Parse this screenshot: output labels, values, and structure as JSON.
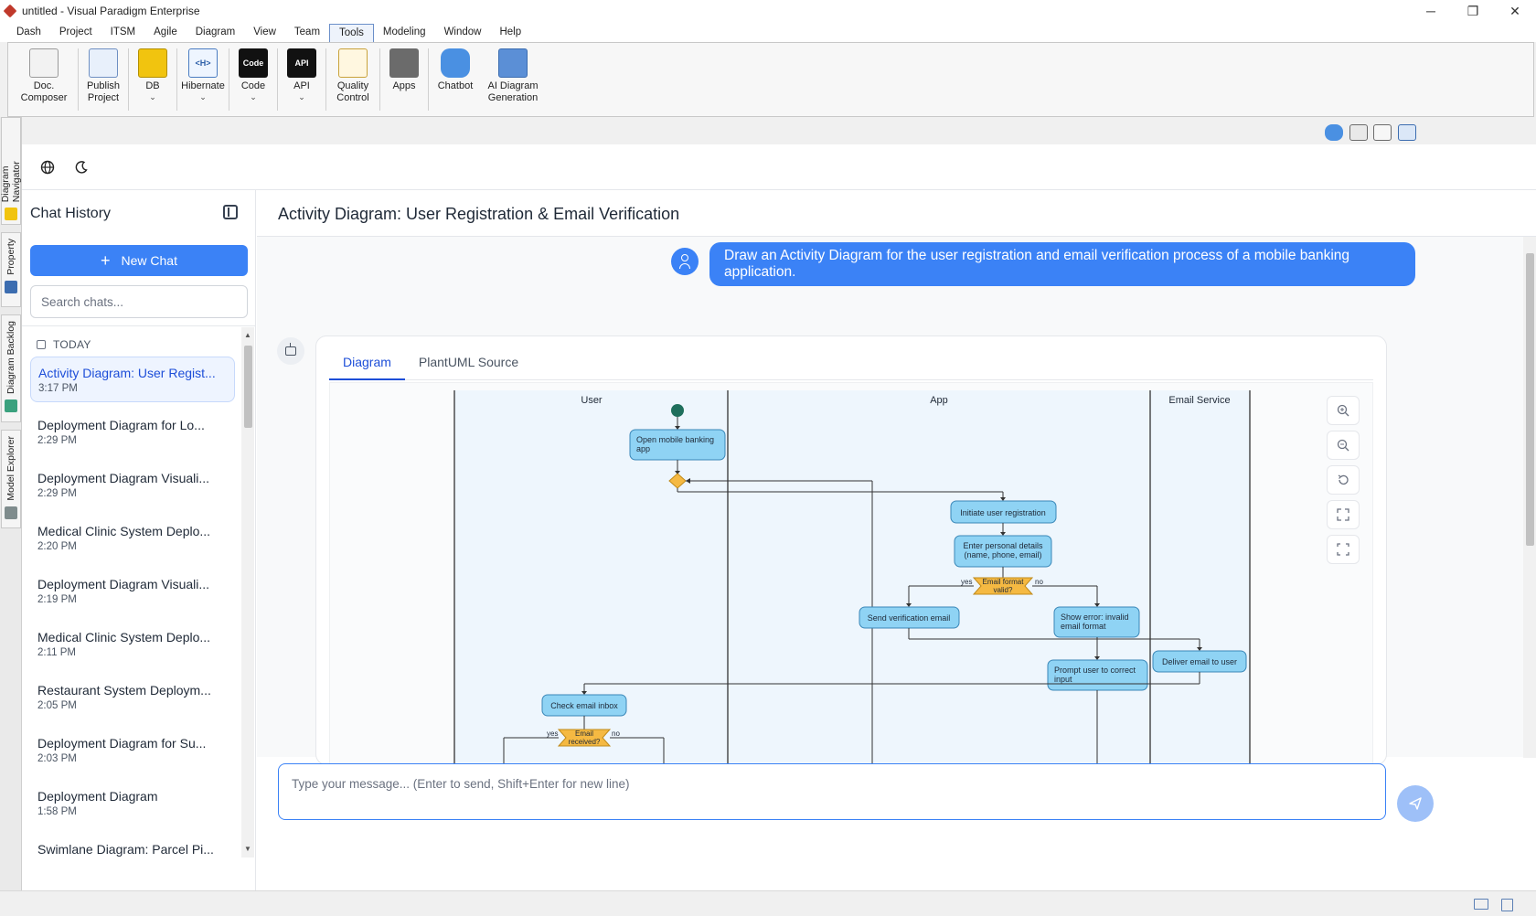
{
  "window": {
    "title": "untitled - Visual Paradigm Enterprise",
    "controls": [
      "─",
      "❐",
      "✕"
    ]
  },
  "menu": [
    "Dash",
    "Project",
    "ITSM",
    "Agile",
    "Diagram",
    "View",
    "Team",
    "Tools",
    "Modeling",
    "Window",
    "Help"
  ],
  "menu_active": "Tools",
  "ribbon": {
    "doc_composer": "Doc. Composer",
    "publish_project": "Publish Project",
    "db": "DB",
    "hibernate": "Hibernate",
    "code": "Code",
    "api": "API",
    "quality_control": "Quality Control",
    "apps": "Apps",
    "chatbot": "Chatbot",
    "ai_diagram_generation": "AI Diagram Generation",
    "code_icon_text": "Code",
    "api_icon_text": "API",
    "hibernate_icon_text": "<H>"
  },
  "vtabs": [
    "Diagram Navigator",
    "Property",
    "Diagram Backlog",
    "Model Explorer"
  ],
  "sidebar": {
    "title": "Chat History",
    "new_chat": "New Chat",
    "search_placeholder": "Search chats...",
    "group": "TODAY",
    "chats": [
      {
        "title": "Activity Diagram: User Regist...",
        "time": "3:17 PM"
      },
      {
        "title": "Deployment Diagram for Lo...",
        "time": "2:29 PM"
      },
      {
        "title": "Deployment Diagram Visuali...",
        "time": "2:29 PM"
      },
      {
        "title": "Medical Clinic System Deplo...",
        "time": "2:20 PM"
      },
      {
        "title": "Deployment Diagram Visuali...",
        "time": "2:19 PM"
      },
      {
        "title": "Medical Clinic System Deplo...",
        "time": "2:11 PM"
      },
      {
        "title": "Restaurant System Deploym...",
        "time": "2:05 PM"
      },
      {
        "title": "Deployment Diagram for Su...",
        "time": "2:03 PM"
      },
      {
        "title": "Deployment Diagram",
        "time": "1:58 PM"
      },
      {
        "title": "Swimlane Diagram: Parcel Pi...",
        "time": ""
      }
    ]
  },
  "content": {
    "title": "Activity Diagram: User Registration & Email Verification",
    "user_message": "Draw an Activity Diagram for the user registration and email verification process of a mobile banking application.",
    "tabs": [
      "Diagram",
      "PlantUML Source"
    ],
    "composer_placeholder": "Type your message... (Enter to send, Shift+Enter for new line)"
  },
  "diagram": {
    "lanes": [
      "User",
      "App",
      "Email Service"
    ],
    "nodes": {
      "open_app": [
        "Open mobile banking",
        "app"
      ],
      "initiate": "Initiate user registration",
      "enter_details": [
        "Enter personal details",
        "(name, phone, email)"
      ],
      "email_format": [
        "Email format",
        "valid?"
      ],
      "send_verification": "Send verification email",
      "show_error": [
        "Show error: invalid",
        "email format"
      ],
      "deliver": "Deliver email to user",
      "prompt_correct": [
        "Prompt user to correct",
        "input"
      ],
      "check_inbox": "Check email inbox",
      "email_received": [
        "Email",
        "received?"
      ]
    },
    "labels": {
      "yes": "yes",
      "no": "no"
    }
  },
  "colors": {
    "accent": "#3b82f6",
    "node_fill": "#8fd3f4",
    "decision_fill": "#f5b942",
    "start": "#1f6f5c"
  }
}
